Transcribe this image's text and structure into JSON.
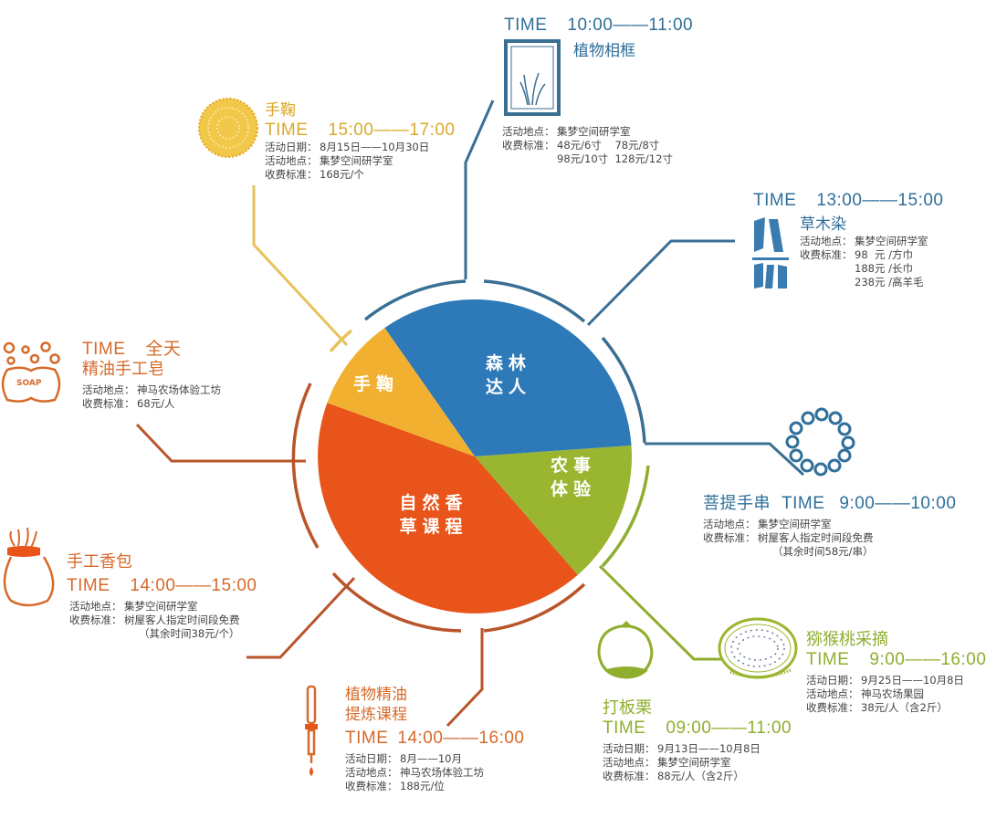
{
  "colors": {
    "blue": "#2e7ab8",
    "yellow": "#f1b030",
    "orange": "#e8541a",
    "green": "#9ab52f",
    "line_blue": "#3a6f94",
    "line_yellow": "#e7c25a",
    "line_orange": "#b9552a",
    "line_green": "#8fae2e"
  },
  "pie": {
    "slices": [
      {
        "label_line1": "森林",
        "label_line2": "达人",
        "color": "#2e7ab8"
      },
      {
        "label_line1": "农事",
        "label_line2": "体验",
        "color": "#9ab52f"
      },
      {
        "label_line1": "自然香",
        "label_line2": "草课程",
        "color": "#e8541a"
      },
      {
        "label_line1": "手鞠",
        "label_line2": "",
        "color": "#f1b030"
      }
    ]
  },
  "activities": {
    "frame": {
      "time_label": "TIME",
      "time": "10:00——11:00",
      "title": "植物相框",
      "icon": "grass-frame-icon",
      "rows": [
        {
          "k": "活动地点：",
          "v": "集梦空间研学室"
        },
        {
          "k": "收费标准：",
          "v": "48元/6寸    78元/8寸"
        },
        {
          "k": "",
          "v": "98元/10寸  128元/12寸"
        }
      ]
    },
    "temari": {
      "title": "手鞠",
      "time_label": "TIME",
      "time": "15:00——17:00",
      "icon": "temari-ball-icon",
      "rows": [
        {
          "k": "活动日期：",
          "v": "8月15日——10月30日"
        },
        {
          "k": "活动地点：",
          "v": "集梦空间研学室"
        },
        {
          "k": "收费标准：",
          "v": "168元/个"
        }
      ]
    },
    "dye": {
      "time_label": "TIME",
      "time": "13:00——15:00",
      "title": "草木染",
      "icon": "dye-glyph-icon",
      "rows": [
        {
          "k": "活动地点：",
          "v": "集梦空间研学室"
        },
        {
          "k": "收费标准：",
          "v": "98  元 /方巾"
        },
        {
          "k": "",
          "v": "188元 /长巾"
        },
        {
          "k": "",
          "v": "238元 /高羊毛"
        }
      ]
    },
    "soap": {
      "time_label": "TIME",
      "time": "全天",
      "title": "精油手工皂",
      "icon": "soap-icon",
      "icon_text": "SOAP",
      "rows": [
        {
          "k": "活动地点：",
          "v": "神马农场体验工坊"
        },
        {
          "k": "收费标准：",
          "v": "68元/人"
        }
      ]
    },
    "bodhi": {
      "title": "菩提手串",
      "time_label": "TIME",
      "time": "9:00——10:00",
      "icon": "bead-bracelet-icon",
      "rows": [
        {
          "k": "活动地点：",
          "v": "集梦空间研学室"
        },
        {
          "k": "收费标准：",
          "v": "树屋客人指定时间段免费"
        },
        {
          "k": "",
          "v": "（其余时间58元/串）"
        }
      ]
    },
    "sachet": {
      "title": "手工香包",
      "time_label": "TIME",
      "time": "14:00——15:00",
      "icon": "sachet-icon",
      "rows": [
        {
          "k": "活动地点：",
          "v": "集梦空间研学室"
        },
        {
          "k": "收费标准：",
          "v": "树屋客人指定时间段免费"
        },
        {
          "k": "",
          "v": "（其余时间38元/个）"
        }
      ]
    },
    "kiwi": {
      "title": "猕猴桃采摘",
      "time_label": "TIME",
      "time": "9:00——16:00",
      "icon": "kiwi-icon",
      "rows": [
        {
          "k": "活动日期：",
          "v": "9月25日——10月8日"
        },
        {
          "k": "活动地点：",
          "v": "神马农场果园"
        },
        {
          "k": "收费标准：",
          "v": "38元/人（含2斤）"
        }
      ]
    },
    "chestnut": {
      "title": "打板栗",
      "time_label": "TIME",
      "time": "09:00——11:00",
      "icon": "chestnut-icon",
      "rows": [
        {
          "k": "活动日期：",
          "v": "9月13日——10月8日"
        },
        {
          "k": "活动地点：",
          "v": "集梦空间研学室"
        },
        {
          "k": "收费标准：",
          "v": "88元/人（含2斤）"
        }
      ]
    },
    "oil": {
      "title_line1": "植物精油",
      "title_line2": "提炼课程",
      "time_label": "TIME",
      "time": "14:00——16:00",
      "icon": "dropper-icon",
      "rows": [
        {
          "k": "活动日期：",
          "v": "8月——10月"
        },
        {
          "k": "活动地点：",
          "v": "神马农场体验工坊"
        },
        {
          "k": "收费标准：",
          "v": "188元/位"
        }
      ]
    }
  }
}
